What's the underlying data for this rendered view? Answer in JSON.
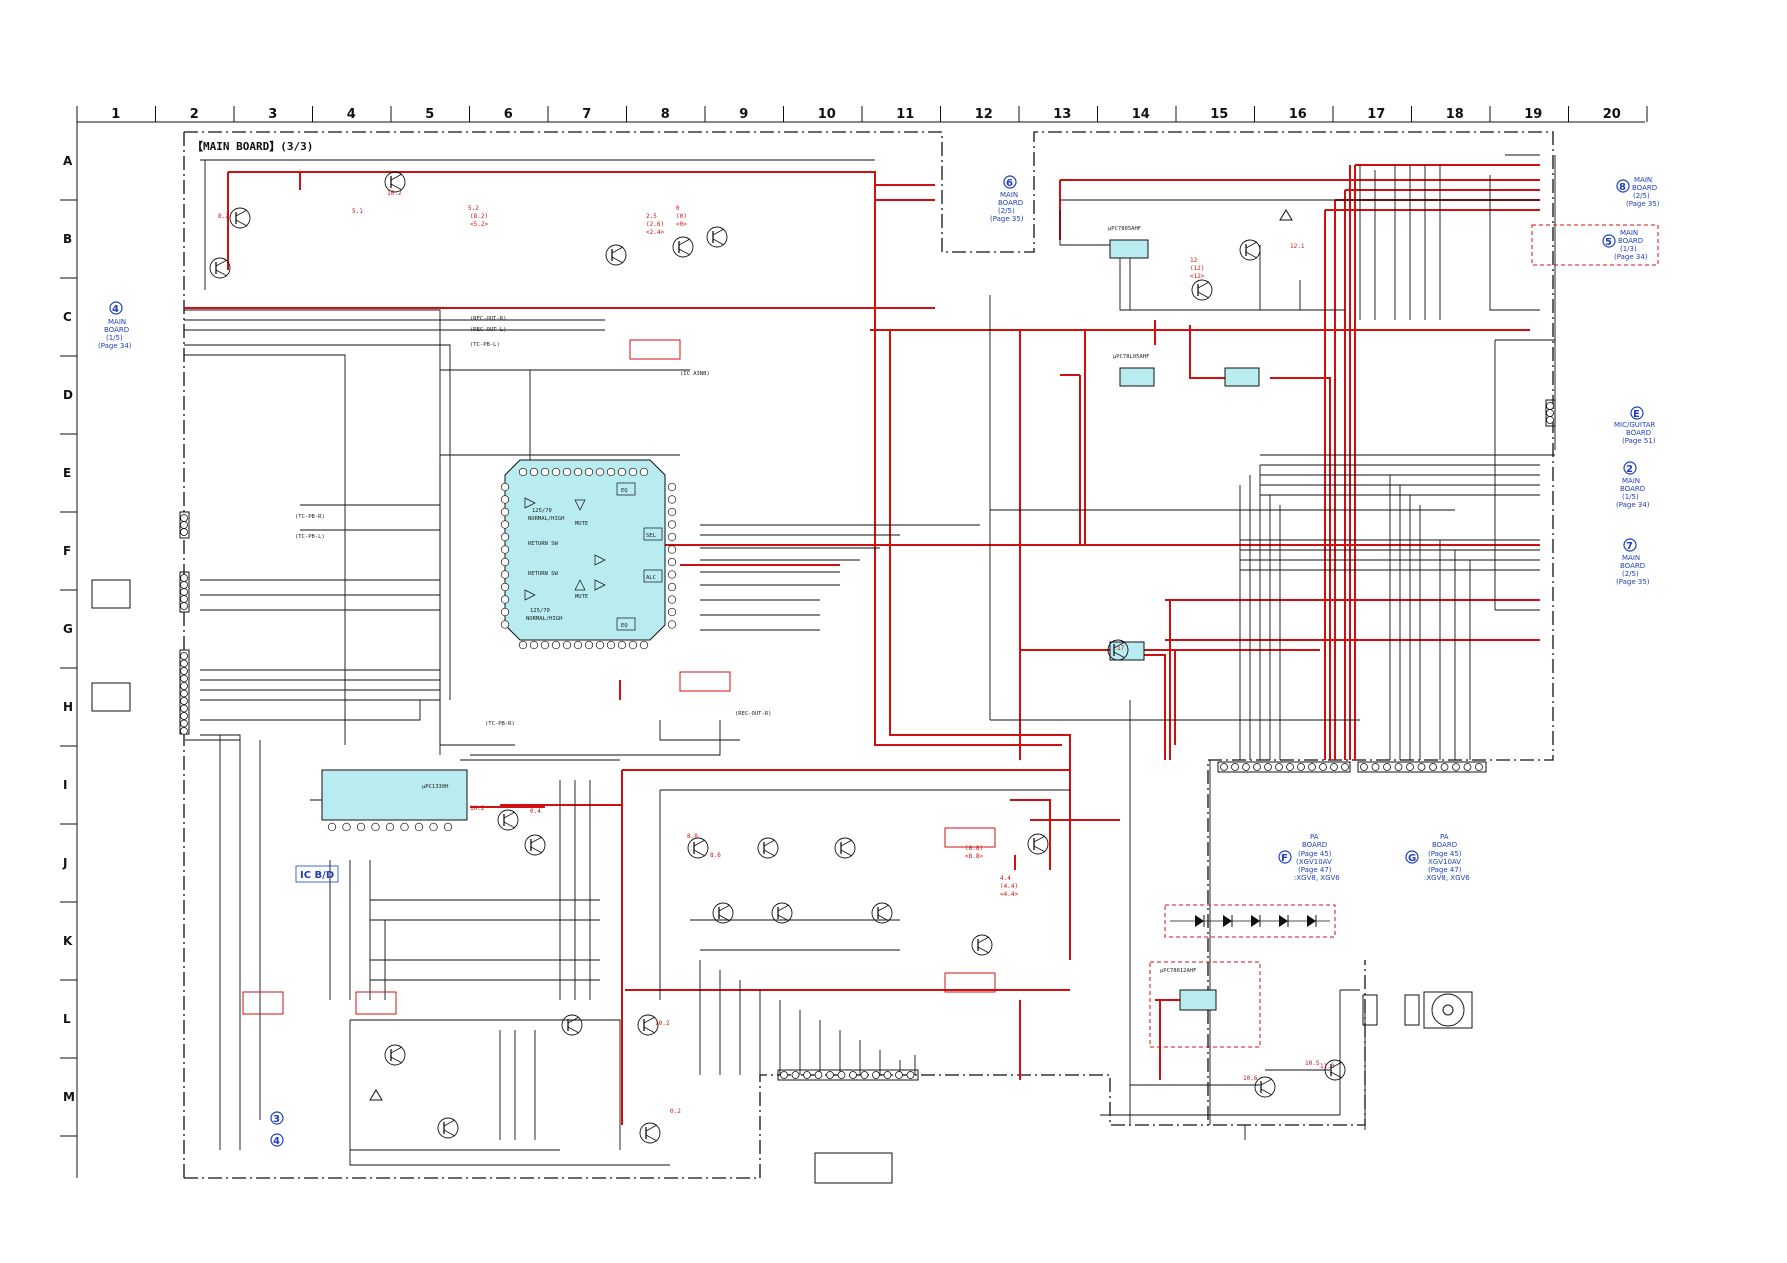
{
  "grid": {
    "columns": [
      "1",
      "2",
      "3",
      "4",
      "5",
      "6",
      "7",
      "8",
      "9",
      "10",
      "11",
      "12",
      "13",
      "14",
      "15",
      "16",
      "17",
      "18",
      "19",
      "20"
    ],
    "rows": [
      "A",
      "B",
      "C",
      "D",
      "E",
      "F",
      "G",
      "H",
      "I",
      "J",
      "K",
      "L",
      "M"
    ]
  },
  "title": "【MAIN BOARD】(3/3)",
  "ic_label": "IC B/D",
  "ic_main": {
    "labels": [
      "125/70",
      "NORMAL/HIGH",
      "MUTE",
      "RETURN SW",
      "RETURN SW",
      "MUTE",
      "125/70",
      "NORMAL/HIGH",
      "EQ",
      "EQ",
      "ALC",
      "SEL"
    ]
  },
  "ic_small": "μPC1330H",
  "regulators": [
    "μPC7805AHF",
    "μPC78L05AHF",
    "μPC78012AHF"
  ],
  "signals": [
    "(REC-OUT-R)",
    "(REC-OUT-L)",
    "(TC-PB-L)",
    "(TC-PB-R)",
    "(TC-PB-L)",
    "(TC-PB-R)",
    "(REC-OUT-R)",
    "(IC A3NB)"
  ],
  "connectors": [
    {
      "num": "6",
      "lines": [
        "MAIN",
        "BOARD",
        "(2/5)",
        "(Page 35)"
      ]
    },
    {
      "num": "8",
      "lines": [
        "MAIN",
        "BOARD",
        "(2/5)",
        "(Page 35)"
      ]
    },
    {
      "num": "5",
      "lines": [
        "MAIN",
        "BOARD",
        "(1/3)",
        "(Page 34)"
      ]
    },
    {
      "num": "4",
      "lines": [
        "MAIN",
        "BOARD",
        "(1/5)",
        "(Page 34)"
      ]
    },
    {
      "num": "E",
      "lines": [
        "MIC/GUITAR",
        "BOARD",
        "(Page 51)"
      ]
    },
    {
      "num": "2",
      "lines": [
        "MAIN",
        "BOARD",
        "(1/5)",
        "(Page 34)"
      ]
    },
    {
      "num": "7",
      "lines": [
        "MAIN",
        "BOARD",
        "(2/5)",
        "(Page 35)"
      ]
    },
    {
      "num": "F",
      "lines": [
        "PA",
        "BOARD",
        "(Page 45)",
        "(XGV10AV",
        "(Page 47)",
        ":XGV8, XGV6"
      ]
    },
    {
      "num": "G",
      "lines": [
        "PA",
        "BOARD",
        "(Page 45)",
        "XGV10AV",
        "(Page 47)",
        ":XGV8, XGV6"
      ]
    },
    {
      "num": "3",
      "lines": []
    },
    {
      "num": "4",
      "lines": []
    }
  ],
  "voltages": [
    "8.2",
    "5.1",
    "10.2",
    "5.2",
    "(8.2)",
    "<5.2>",
    "2.5",
    "(2.6)",
    "<2.4>",
    "0",
    "(0)",
    "<0>",
    "12.1",
    "12",
    "(12)",
    "<12>",
    "8.8",
    "8.6",
    "10.2",
    "0.4",
    "17",
    "11.3",
    "10.6",
    "10.5",
    "10.2",
    "0.2",
    "4.4",
    "(4.4)",
    "<4.4>",
    "(8.8)",
    "<8.8>"
  ],
  "colors": {
    "accent": "#d01010",
    "ic_fill": "#b9ecf0",
    "connector_blue": "#1f3fbf"
  }
}
